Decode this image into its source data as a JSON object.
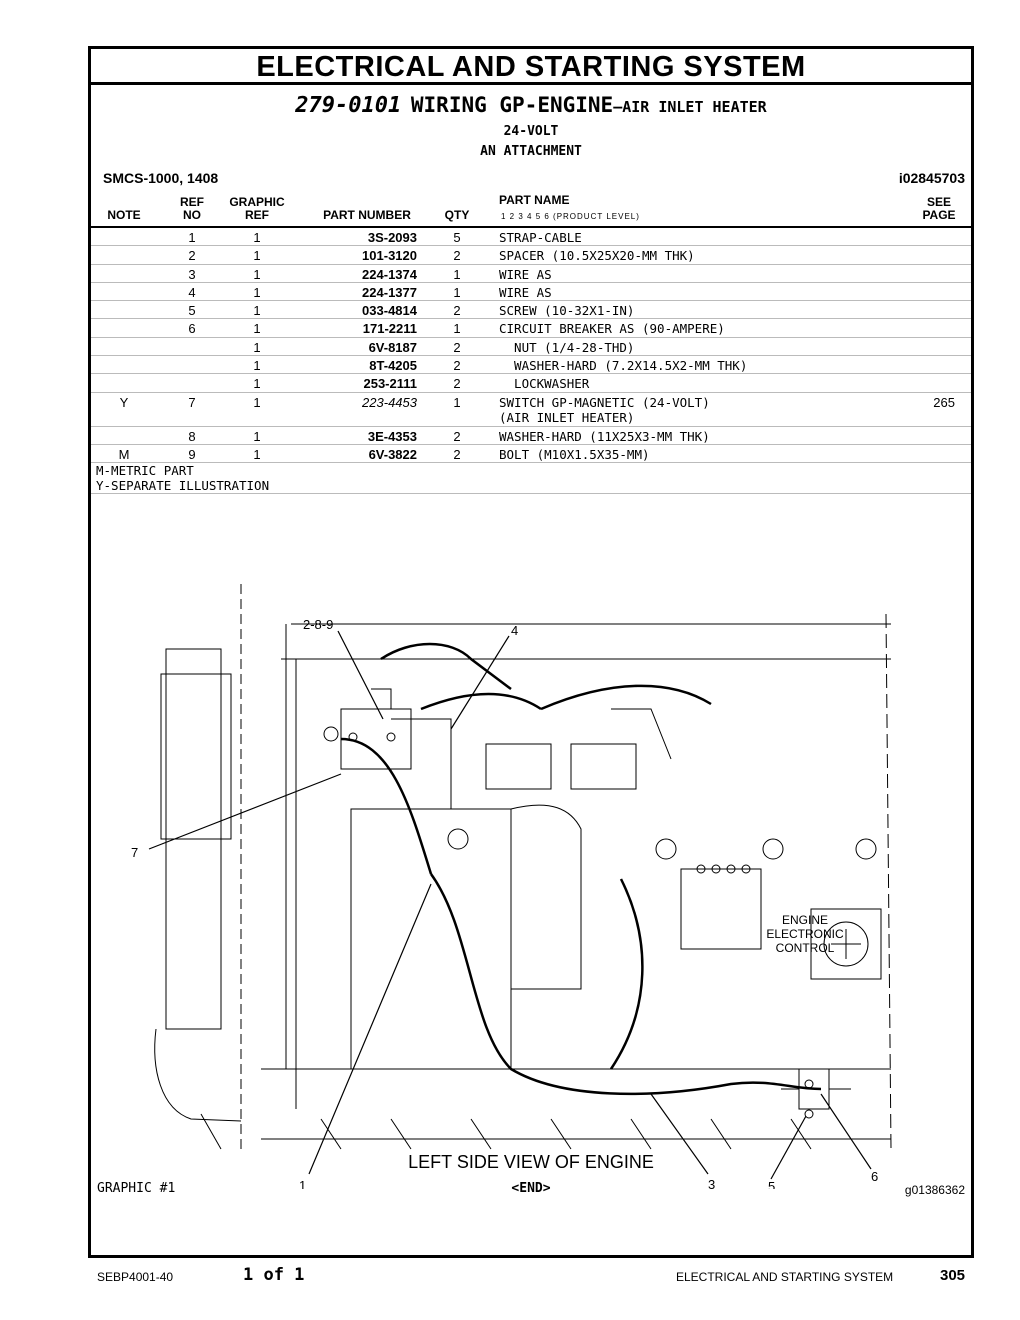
{
  "header": {
    "section_title": "ELECTRICAL AND STARTING SYSTEM",
    "group_number": "279-0101",
    "group_name": "WIRING GP-ENGINE",
    "group_subname": "—AIR INLET HEATER",
    "line2": "24-VOLT",
    "line3": "AN ATTACHMENT",
    "smcs": "SMCS-1000, 1408",
    "doc_id": "i02845703"
  },
  "columns": {
    "note": "NOTE",
    "ref_top": "REF",
    "ref_bottom": "NO",
    "graphic_top": "GRAPHIC",
    "graphic_bottom": "REF",
    "part_number": "PART NUMBER",
    "qty": "QTY",
    "part_name": "PART NAME",
    "product_level": "1 2 3 4 5 6 (PRODUCT LEVEL)",
    "see_top": "SEE",
    "see_bottom": "PAGE"
  },
  "parts": [
    {
      "note": "",
      "ref": "1",
      "graphic": "1",
      "pn": "3S-2093",
      "qty": "5",
      "name": "STRAP-CABLE",
      "see": ""
    },
    {
      "note": "",
      "ref": "2",
      "graphic": "1",
      "pn": "101-3120",
      "qty": "2",
      "name": "SPACER (10.5X25X20-MM THK)",
      "see": ""
    },
    {
      "note": "",
      "ref": "3",
      "graphic": "1",
      "pn": "224-1374",
      "qty": "1",
      "name": "WIRE AS",
      "see": ""
    },
    {
      "note": "",
      "ref": "4",
      "graphic": "1",
      "pn": "224-1377",
      "qty": "1",
      "name": "WIRE AS",
      "see": ""
    },
    {
      "note": "",
      "ref": "5",
      "graphic": "1",
      "pn": "033-4814",
      "qty": "2",
      "name": "SCREW (10-32X1-IN)",
      "see": ""
    },
    {
      "note": "",
      "ref": "6",
      "graphic": "1",
      "pn": "171-2211",
      "qty": "1",
      "name": "CIRCUIT BREAKER AS (90-AMPERE)",
      "see": ""
    },
    {
      "note": "",
      "ref": "",
      "graphic": "1",
      "pn": "6V-8187",
      "qty": "2",
      "name": "  NUT (1/4-28-THD)",
      "see": ""
    },
    {
      "note": "",
      "ref": "",
      "graphic": "1",
      "pn": "8T-4205",
      "qty": "2",
      "name": "  WASHER-HARD (7.2X14.5X2-MM THK)",
      "see": ""
    },
    {
      "note": "",
      "ref": "",
      "graphic": "1",
      "pn": "253-2111",
      "qty": "2",
      "name": "  LOCKWASHER",
      "see": ""
    },
    {
      "note": "Y",
      "ref": "7",
      "graphic": "1",
      "pn": "223-4453",
      "qty": "1",
      "name": "SWITCH GP-MAGNETIC (24-VOLT)\n(AIR INLET HEATER)",
      "see": "265",
      "italic": true
    },
    {
      "note": "",
      "ref": "8",
      "graphic": "1",
      "pn": "3E-4353",
      "qty": "2",
      "name": "WASHER-HARD (11X25X3-MM THK)",
      "see": ""
    },
    {
      "note": "M",
      "ref": "9",
      "graphic": "1",
      "pn": "6V-3822",
      "qty": "2",
      "name": "BOLT (M10X1.5X35-MM)",
      "see": ""
    }
  ],
  "notes": {
    "metric": "M-METRIC PART",
    "separate": "Y-SEPARATE ILLUSTRATION"
  },
  "diagram": {
    "callout_289": "2-8-9",
    "callout_4": "4",
    "callout_7": "7",
    "callout_1": "1",
    "callout_3": "3",
    "callout_5": "5",
    "callout_6": "6",
    "ecm_line1": "ENGINE",
    "ecm_line2": "ELECTRONIC",
    "ecm_line3": "CONTROL",
    "caption": "LEFT SIDE VIEW OF ENGINE"
  },
  "graphic_footer": {
    "graphic": "GRAPHIC #1",
    "end": "<END>",
    "graphic_id": "g01386362"
  },
  "footer": {
    "doc": "SEBP4001-40",
    "page_of": "1 of 1",
    "section": "ELECTRICAL AND STARTING SYSTEM",
    "page": "305"
  }
}
